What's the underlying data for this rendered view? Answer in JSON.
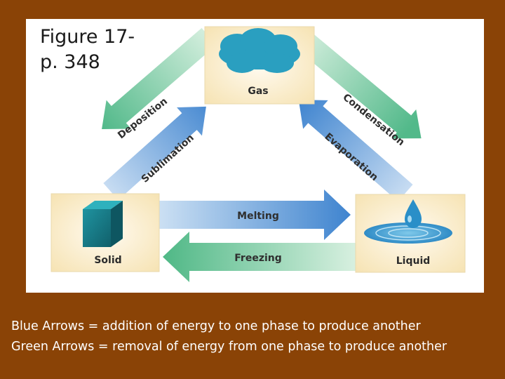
{
  "title": {
    "line1": "Figure 17-",
    "line2": "p. 348"
  },
  "diagram": {
    "phases": {
      "gas": "Gas",
      "solid": "Solid",
      "liquid": "Liquid"
    },
    "transitions": {
      "deposition": "Deposition",
      "sublimation": "Sublimation",
      "condensation": "Condensation",
      "evaporation": "Evaporation",
      "melting": "Melting",
      "freezing": "Freezing"
    }
  },
  "captions": {
    "blue": "Blue Arrows = addition of energy to one phase to produce another",
    "green": "Green Arrows = removal of energy from one phase to produce another"
  },
  "colors": {
    "background": "#8a4306",
    "blue_arrow": "#4f8fd2",
    "green_arrow": "#5fbf8f",
    "box_fill": "#fdf3d8",
    "gas_cloud": "#2a9fc0",
    "solid_cube": "#1b7f8c",
    "liquid_water": "#2a8fc8"
  }
}
